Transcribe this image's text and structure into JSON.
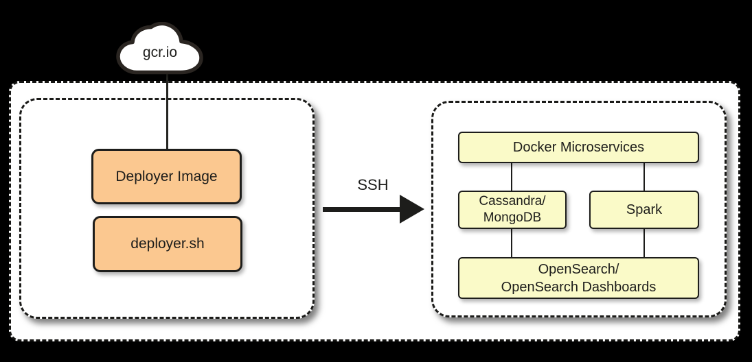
{
  "diagram": {
    "cloud": {
      "label": "gcr.io"
    },
    "ssh_arrow": {
      "label": "SSH"
    },
    "left_group": {
      "nodes": [
        {
          "label": "Deployer Image"
        },
        {
          "label": "deployer.sh"
        }
      ]
    },
    "right_group": {
      "nodes": [
        {
          "label": "Docker Microservices"
        },
        {
          "label": "Cassandra/\nMongoDB"
        },
        {
          "label": "Spark"
        },
        {
          "label": "OpenSearch/\nOpenSearch Dashboards"
        }
      ]
    },
    "colors": {
      "background": "#000000",
      "panel": "#ffffff",
      "orange_node_fill": "#fbc890",
      "yellow_node_fill": "#fafac8",
      "line_and_border": "#1d1d1b"
    }
  }
}
